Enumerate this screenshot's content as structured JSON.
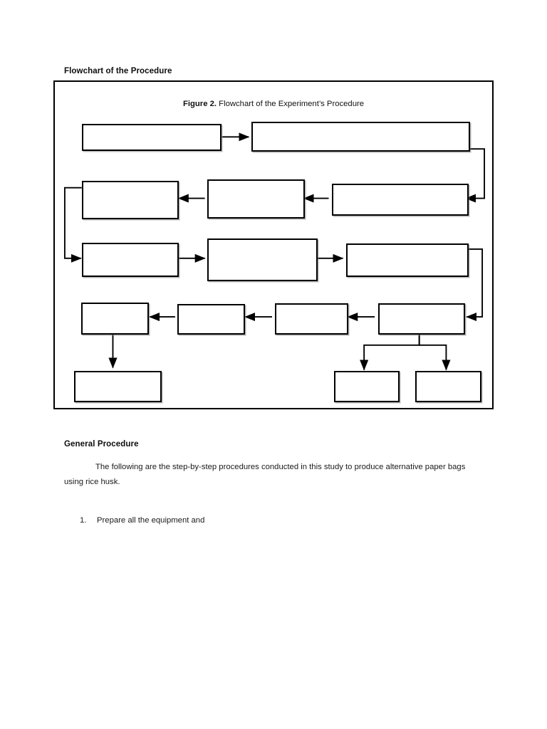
{
  "document": {
    "headings": {
      "flowchart": "Flowchart of the Procedure",
      "general": "General Procedure"
    },
    "paragraphs": {
      "intro": "The following are the step-by-step procedures conducted in this study to produce alternative paper bags using rice husk."
    },
    "list": {
      "items": [
        {
          "number": "1.",
          "text": "Prepare all the equipment and"
        }
      ]
    }
  },
  "figure": {
    "caption_label": "Figure 2.",
    "caption_text": " Flowchart of the Experiment’s Procedure",
    "border_color": "#000000",
    "box_border_color": "#000000",
    "connector_color": "#000000",
    "boxes": [
      {
        "id": "box-1",
        "label": ""
      },
      {
        "id": "box-2",
        "label": ""
      },
      {
        "id": "box-3",
        "label": ""
      },
      {
        "id": "box-4",
        "label": ""
      },
      {
        "id": "box-5",
        "label": ""
      },
      {
        "id": "box-6",
        "label": ""
      },
      {
        "id": "box-7",
        "label": ""
      },
      {
        "id": "box-8",
        "label": ""
      },
      {
        "id": "box-9",
        "label": ""
      },
      {
        "id": "box-10",
        "label": ""
      },
      {
        "id": "box-11",
        "label": ""
      },
      {
        "id": "box-12",
        "label": ""
      },
      {
        "id": "box-13",
        "label": ""
      },
      {
        "id": "box-14",
        "label": ""
      }
    ]
  }
}
